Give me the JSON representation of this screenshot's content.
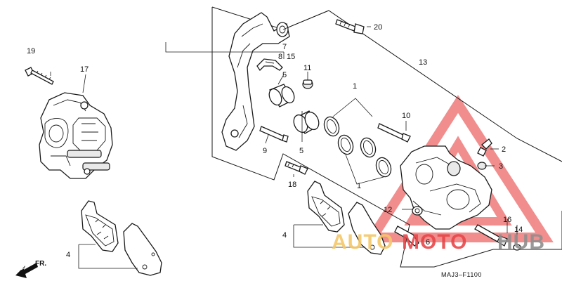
{
  "diagram_code": "MAJ3–F1100",
  "direction_label": "FR.",
  "watermark": {
    "text_a": "AUTO",
    "text_b": "MOTO",
    "text_c": "HUB",
    "color_a": "#f5c76a",
    "color_b": "#e8484a",
    "color_c": "#8f8f8f"
  },
  "callouts": {
    "n1a": "1",
    "n1b": "1",
    "n2": "2",
    "n3": "3",
    "n4a": "4",
    "n4b": "4",
    "n5a": "5",
    "n5b": "5",
    "n6": "6",
    "n7": "7",
    "n8": "8",
    "n9": "9",
    "n10": "10",
    "n11": "11",
    "n12": "12",
    "n13": "13",
    "n14": "14",
    "n15": "15",
    "n16": "16",
    "n17": "17",
    "n18": "18",
    "n19": "19",
    "n20": "20"
  }
}
